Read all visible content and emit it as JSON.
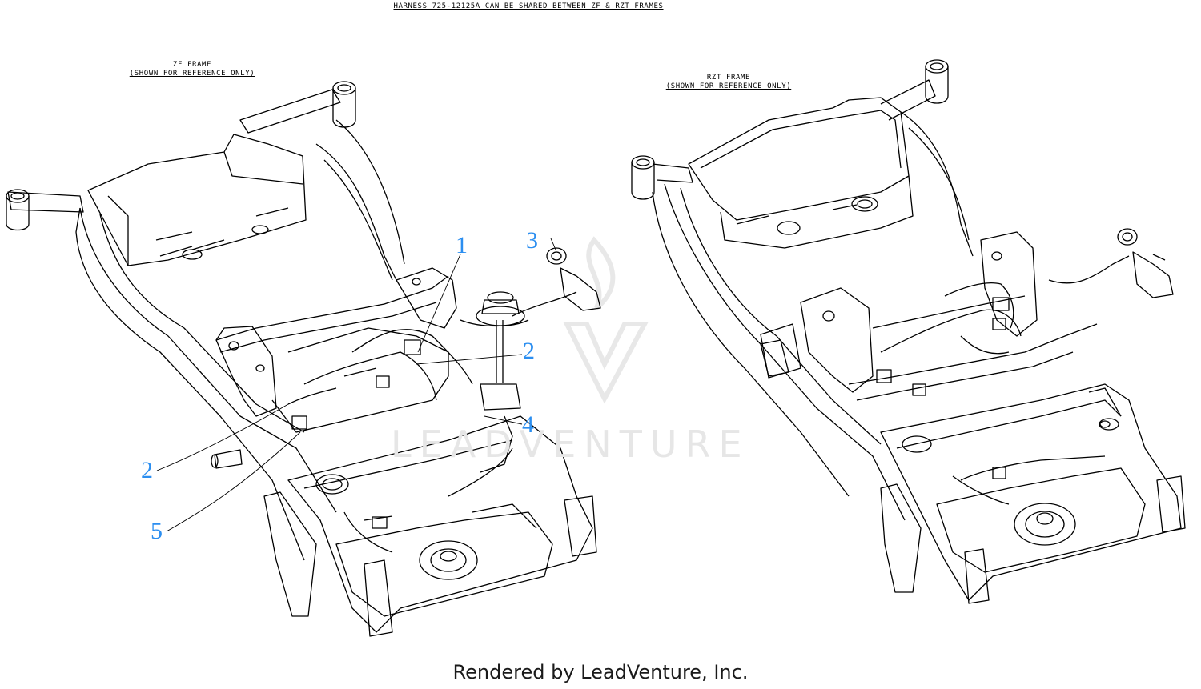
{
  "header_note": "HARNESS 725-12125A CAN BE SHARED BETWEEN ZF & RZT FRAMES",
  "zf_frame": {
    "title": "ZF FRAME",
    "subtitle": "(SHOWN FOR REFERENCE ONLY)"
  },
  "rzt_frame": {
    "title": "RZT FRAME",
    "subtitle": "(SHOWN FOR REFERENCE ONLY)"
  },
  "callouts": {
    "c1": "1",
    "c2a": "2",
    "c2b": "2",
    "c3": "3",
    "c4": "4",
    "c5": "5"
  },
  "colors": {
    "callout": "#2b8ef0",
    "line": "#000000",
    "watermark": "#e6e6e6"
  },
  "watermark": "LEADVENTURE",
  "footer": "Rendered by LeadVenture, Inc."
}
